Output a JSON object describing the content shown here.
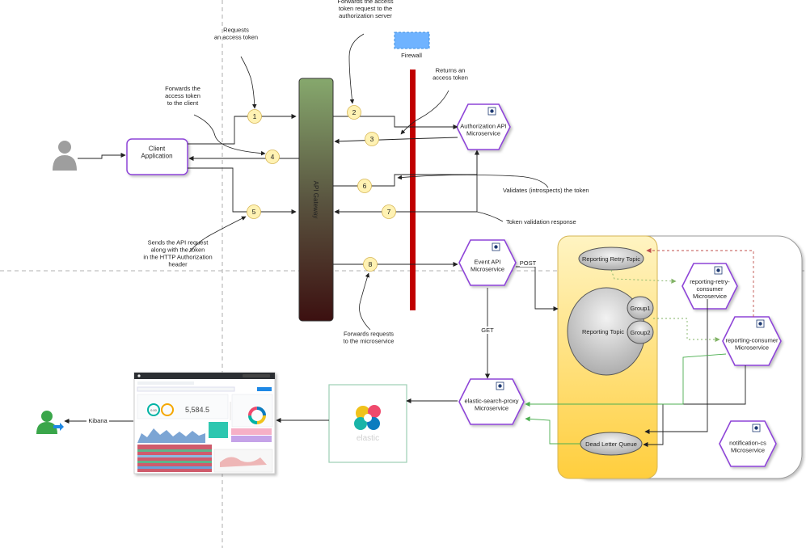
{
  "nodes": {
    "client": "Client\nApplication",
    "gateway": "API Gateway",
    "firewall": "Firewall",
    "auth": "Authorization API\nMicroservice",
    "event": "Event API\nMicroservice",
    "retry_consumer": "reporting-retry-\nconsumer\nMicroservice",
    "consumer": "reporting-consumer\nMicroservice",
    "notification": "notification-cs\nMicroservice",
    "proxy": "elastic-search-proxy\nMicroservice",
    "retry_topic": "Reporting Retry Topic",
    "topic": "Reporting Topic",
    "group1": "Group1",
    "group2": "Group2",
    "dlq": "Dead Letter Queue",
    "elastic": "elastic"
  },
  "steps": [
    "1",
    "2",
    "3",
    "4",
    "5",
    "6",
    "7",
    "8"
  ],
  "annotations": {
    "requests_token": "Requests\nan access token",
    "forwards_request": "Forwards the access\ntoken request to the\nauthorization server",
    "returns_token": "Returns an\naccess token",
    "forwards_token": "Forwards the\naccess token\nto the client",
    "validates": "Validates (introspects) the token",
    "validation_response": "Token validation response",
    "sends_request": "Sends the API request\nalong with the token\nin the HTTP Authorization\nheader",
    "forwards_micro": "Forwards requests\nto the microservice"
  },
  "edge_labels": {
    "post": "POST",
    "get": "GET",
    "kibana": "Kibana"
  },
  "dashboard": {
    "big_value": "5,584.5",
    "gauge_value": "0.00"
  },
  "colors": {
    "microservice_border": "#8e44d8",
    "firewall_icon": "#6fb3ff",
    "firewall_bar": "#c00000",
    "kafka_box": "#ffd966",
    "number_circle": "#fff2b3",
    "retry_arrow": "#c0504d",
    "group_arrow": "#82b366",
    "green_arrow": "#4caf50"
  }
}
